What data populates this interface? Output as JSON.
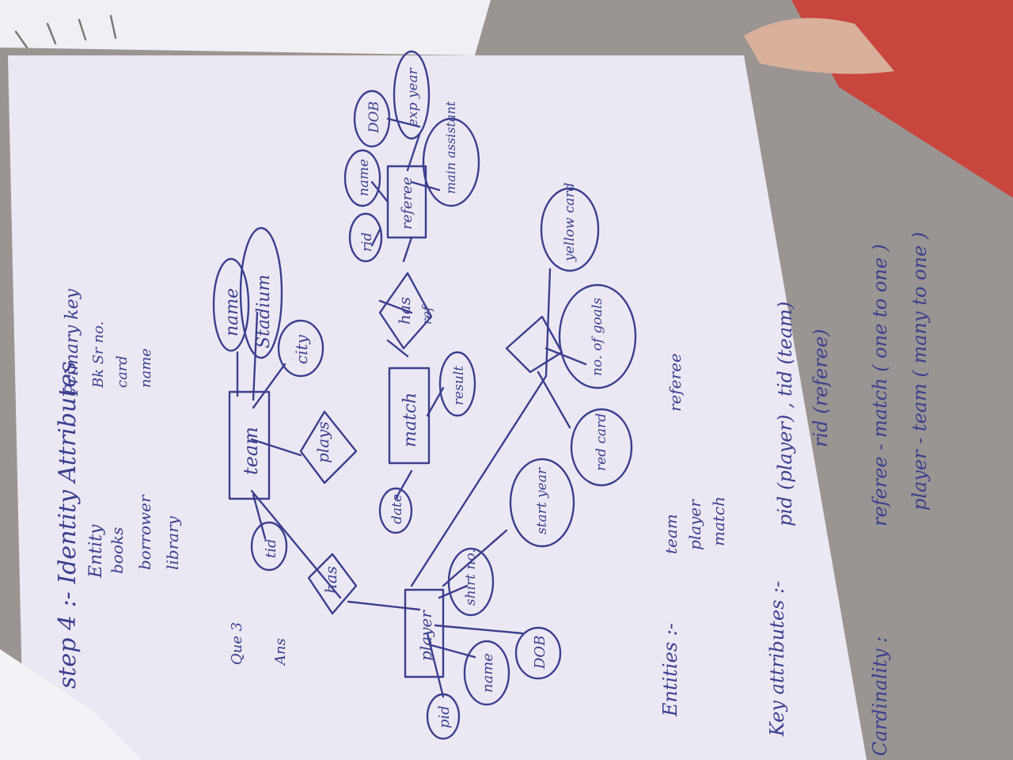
{
  "photo": {
    "paper_color": "#ece8f3",
    "ink_color": "#3a3f8f",
    "background_color": "#9a9592"
  },
  "notes": {
    "step_heading": "step 4 :- Identity Attributes",
    "entity_label": "Entity",
    "primary_key_label": "Primary key",
    "books": "books",
    "book_key": "Bk Sr no.",
    "borrower": "borrower",
    "borrower_key": "card",
    "library": "library",
    "library_key": "name",
    "que_label": "Que 3",
    "ans_label": "Ans"
  },
  "diagram": {
    "entities": {
      "team": "team",
      "player": "player",
      "match": "match",
      "referee": "referee"
    },
    "relationships": {
      "plays": "plays",
      "has_team_player": "has",
      "has_match_referee": "has",
      "has_match_referee_sub": "ref",
      "player_match": ""
    },
    "attributes": {
      "team_name": "name",
      "team_stadium": "Stadium",
      "team_city": "city",
      "team_tid": "tid",
      "player_pid": "pid",
      "player_name": "name",
      "player_dob": "DOB",
      "player_shirt_no": "shirt no.",
      "player_start_year": "start year",
      "match_date": "date",
      "match_result": "result",
      "red_card": "red card",
      "no_of_goals": "no. of goals",
      "yellow_card": "yellow card",
      "referee_rid": "rid",
      "referee_name": "name",
      "referee_dob": "DOB",
      "referee_exp_year": "exp year",
      "referee_main_assistant": "main assistant"
    }
  },
  "answers": {
    "entities_label": "Entities :-",
    "entity_list": [
      "team",
      "player",
      "match",
      "referee"
    ],
    "key_attributes_label": "Key attributes :-",
    "key_attributes_line1": "pid (player) , tid (team)",
    "key_attributes_line2": "rid (referee)",
    "cardinality_label": "Cardinality :",
    "cardinality_line1": "referee - match   ( one to one )",
    "cardinality_line2": "player - team ( many to one )"
  }
}
